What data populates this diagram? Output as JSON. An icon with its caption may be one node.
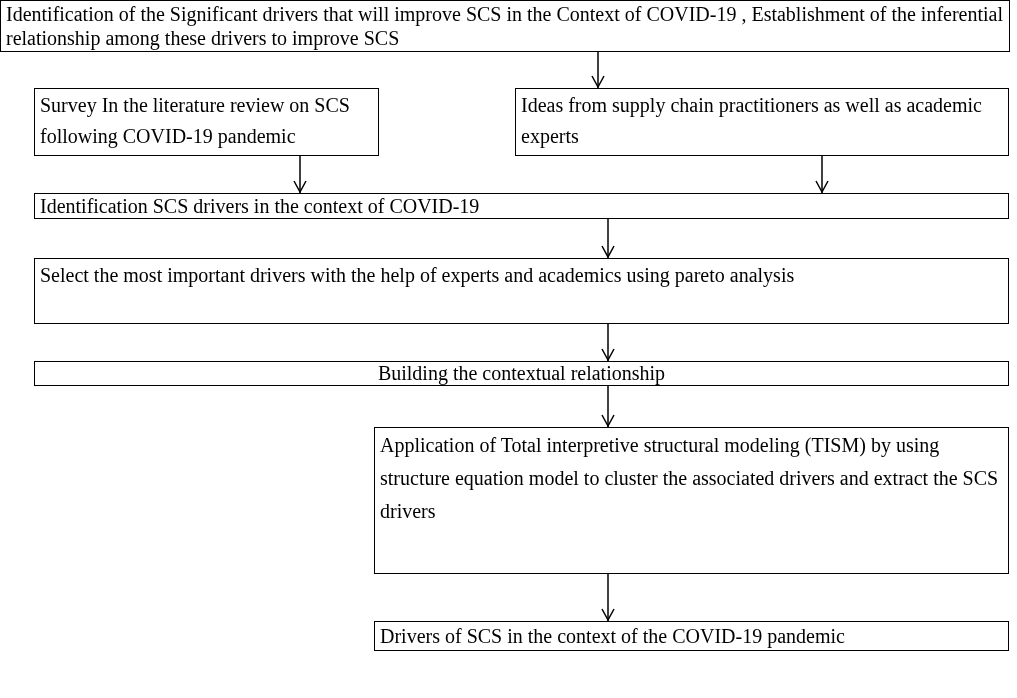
{
  "diagram": {
    "nodes": [
      {
        "text": [
          "Identification of the Significant drivers that will improve SCS in the Context of COVID-19 , Establishment of the inferential relationship among these drivers to improve SCS"
        ]
      },
      {
        "text": [
          "Survey In the literature review on SCS following COVID-19 pandemic"
        ]
      },
      {
        "text": [
          "Ideas from supply chain practitioners as well as academic experts"
        ]
      },
      {
        "text": [
          "Identification SCS drivers in the context of COVID-19"
        ]
      },
      {
        "text": [
          "Select the most important drivers with the help of experts and academics using pareto analysis"
        ]
      },
      {
        "text": [
          "Building the contextual relationship"
        ]
      },
      {
        "text": [
          "Application of Total interpretive structural modeling (TISM) by using structure equation model to cluster the associated drivers and extract the SCS drivers"
        ]
      },
      {
        "text": [
          "Drivers of SCS in the context of the COVID-19 pandemic"
        ]
      }
    ],
    "edges": [
      {
        "from": 0,
        "to": 2,
        "arrow": "to"
      },
      {
        "from": 1,
        "to": 3,
        "arrow": "to"
      },
      {
        "from": 2,
        "to": 3,
        "arrow": "to"
      },
      {
        "from": 3,
        "to": 4,
        "arrow": "to"
      },
      {
        "from": 4,
        "to": 5,
        "arrow": "to"
      },
      {
        "from": 5,
        "to": 6,
        "arrow": "to"
      },
      {
        "from": 6,
        "to": 7,
        "arrow": "to"
      }
    ]
  }
}
